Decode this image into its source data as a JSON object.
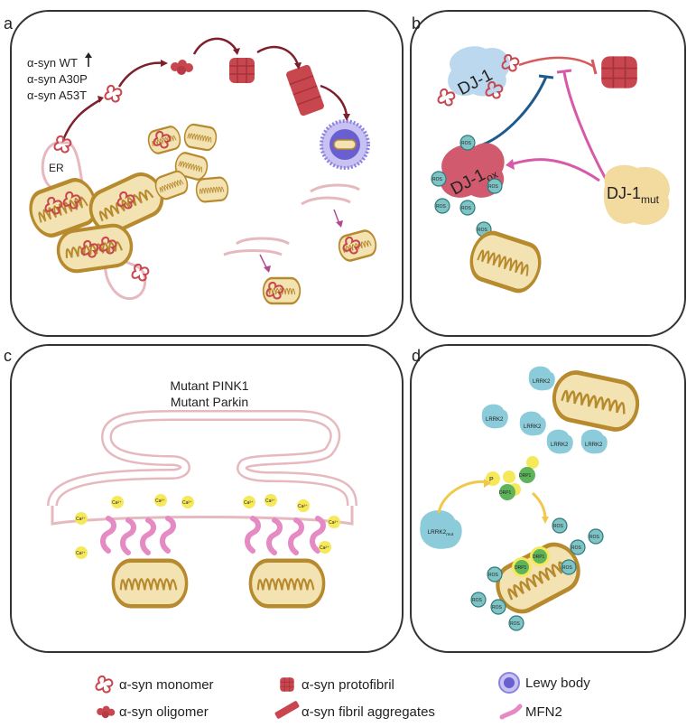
{
  "panels": {
    "a": {
      "label": "a",
      "lines": [
        "α-syn WT",
        "α-syn A30P",
        "α-syn A53T"
      ],
      "er_label": "ER"
    },
    "b": {
      "label": "b",
      "dj1": "DJ-1",
      "dj1_ox_main": "DJ-1",
      "dj1_ox_sub": "ox",
      "dj1_mut_main": "DJ-1",
      "dj1_mut_sub": "mut",
      "ros": "ROS"
    },
    "c": {
      "label": "c",
      "line1": "Mutant PINK1",
      "line2": "Mutant Parkin",
      "ca": "Ca²⁺"
    },
    "d": {
      "label": "d",
      "lrrk2": "LRRK2",
      "lrrk2_mut_main": "LRRK2",
      "lrrk2_mut_sub": "mut",
      "drp1": "DRP1",
      "p": "P",
      "ros": "ROS"
    }
  },
  "legend": [
    {
      "icon": "monomer",
      "label": "α-syn monomer"
    },
    {
      "icon": "protofibril",
      "label": "α-syn protofibril"
    },
    {
      "icon": "lewy-body",
      "label": "Lewy body"
    },
    {
      "icon": "oligomer",
      "label": "α-syn oligomer"
    },
    {
      "icon": "fibril",
      "label": "α-syn fibril aggregates"
    },
    {
      "icon": "mfn2",
      "label": "MFN2"
    }
  ],
  "colors": {
    "mito_fill": "#f3e2b2",
    "mito_stroke": "#b78a2e",
    "synuclein": "#c8464e",
    "dark_red": "#7d1f2c",
    "er_stroke": "#e6b9bf",
    "mfn2": "#e58ac3",
    "ros": "#7fc3c5",
    "lrrk2": "#8ccbd9",
    "drp1": "#5fb35a",
    "phospho": "#f5e95a",
    "blue_inhibit": "#1e5a8c",
    "pink_inhibit": "#d65aa8",
    "lewy": "#7e72d6"
  }
}
